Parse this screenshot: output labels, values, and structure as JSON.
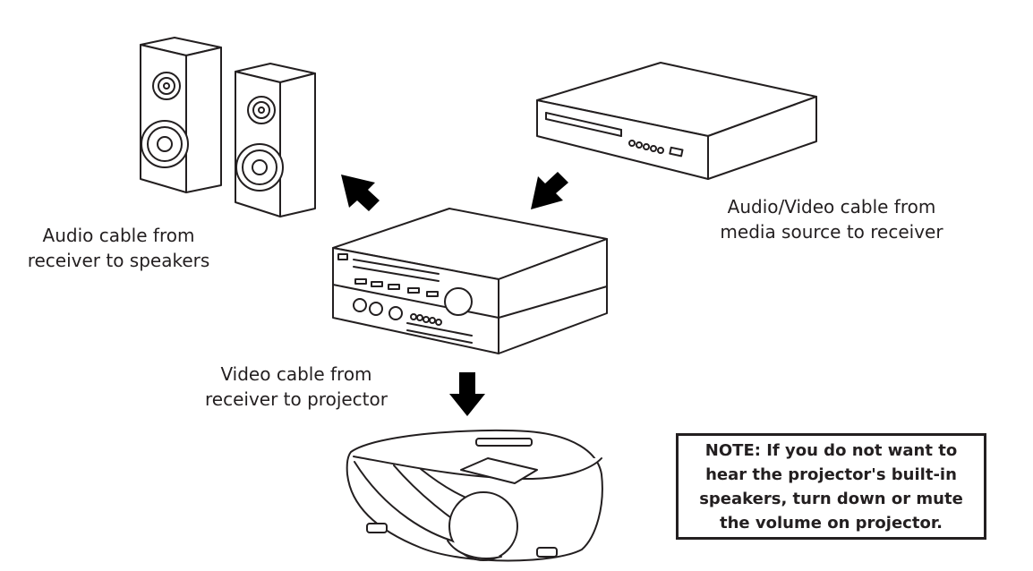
{
  "captions": {
    "speakers": {
      "line1": "Audio cable from",
      "line2": "receiver to speakers"
    },
    "media_source": {
      "line1": "Audio/Video cable from",
      "line2": "media source to receiver"
    },
    "projector": {
      "line1": "Video cable from",
      "line2": "receiver to projector"
    }
  },
  "note": {
    "line1": "NOTE: If you do not want to",
    "line2": "hear the projector's built-in",
    "line3": "speakers, turn down or mute",
    "line4": "the volume on projector."
  },
  "colors": {
    "line": "#231f20",
    "background": "#ffffff"
  }
}
